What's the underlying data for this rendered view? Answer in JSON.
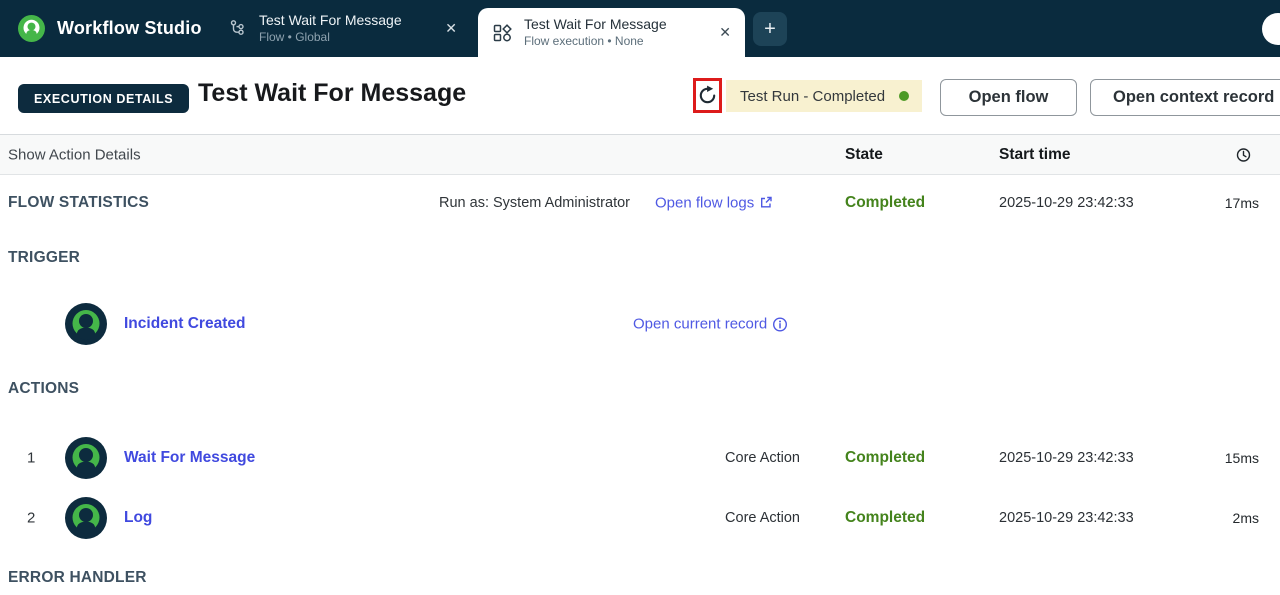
{
  "header": {
    "app_title": "Workflow Studio",
    "close_glyph": "✕",
    "new_tab_glyph": "+",
    "tabs": [
      {
        "title": "Test Wait For Message",
        "subtitle": "Flow • Global"
      },
      {
        "title": "Test Wait For Message",
        "subtitle": "Flow execution • None"
      }
    ]
  },
  "execution_header": {
    "badge": "EXECUTION DETAILS",
    "title": "Test Wait For Message",
    "status": "Test Run - Completed",
    "open_flow_button": "Open flow",
    "open_context_button": "Open context record"
  },
  "subheader": {
    "show_action_details": "Show Action Details",
    "state_column": "State",
    "start_time_column": "Start time"
  },
  "flow_statistics": {
    "label": "FLOW STATISTICS",
    "run_as": "Run as: System Administrator",
    "logs_link": "Open flow logs",
    "state": "Completed",
    "start_time": "2025-10-29 23:42:33",
    "duration": "17ms"
  },
  "trigger": {
    "label": "TRIGGER",
    "name": "Incident Created",
    "record_link": "Open current record"
  },
  "actions": {
    "label": "ACTIONS",
    "rows": [
      {
        "num": "1",
        "name": "Wait For Message",
        "type": "Core Action",
        "state": "Completed",
        "start_time": "2025-10-29 23:42:33",
        "duration": "15ms"
      },
      {
        "num": "2",
        "name": "Log",
        "type": "Core Action",
        "state": "Completed",
        "start_time": "2025-10-29 23:42:33",
        "duration": "2ms"
      }
    ]
  },
  "error_handler": {
    "label": "ERROR HANDLER"
  },
  "colors": {
    "topbar": "#0a2b3e",
    "accent_green": "#45b649",
    "link_blue": "#4a54e1",
    "success_green": "#44831c",
    "status_badge_bg": "#f8f1d0",
    "highlight_red": "#dd1b1b"
  },
  "icons": {
    "logo": "workflow-studio-logo",
    "tab1": "flow-branch-icon",
    "tab2": "flow-execution-icon",
    "close": "close-icon",
    "new_tab": "plus-icon",
    "refresh": "refresh-icon",
    "status_dot": "green-status-dot",
    "clock": "clock-icon",
    "external_link": "external-link-icon",
    "info": "info-icon",
    "node": "record-avatar-icon"
  }
}
